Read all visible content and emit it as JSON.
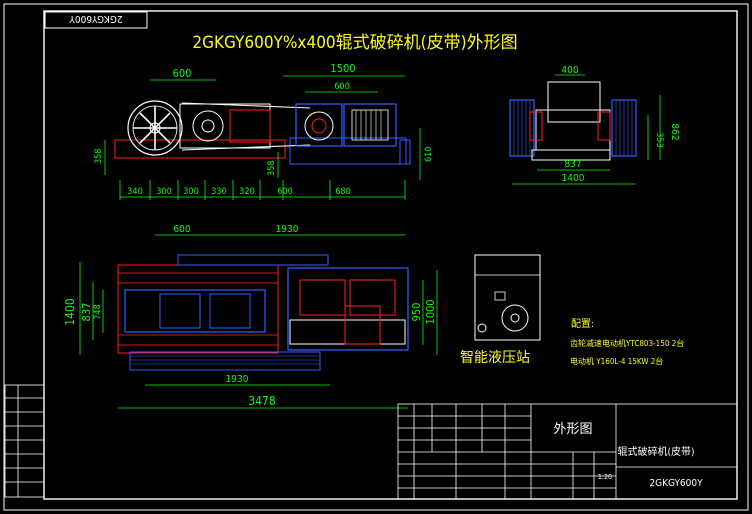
{
  "title": "2GKGY600Y%x400辊式破碎机(皮带)外形图",
  "stamp": "2GKGY600Y",
  "colors": {
    "background": "#000000",
    "frame": "#ffffff",
    "title": "#ffff00",
    "dimension": "#00ff00",
    "machine_red": "#ff2020",
    "machine_blue": "#3060ff",
    "machine_white": "#ffffff",
    "notes": "#ffff00"
  },
  "front_view": {
    "dims_top": [
      "600",
      "1500",
      "600"
    ],
    "dims_bottom": [
      "340",
      "300",
      "300",
      "330",
      "320",
      "600",
      "680"
    ],
    "dims_side": [
      "358",
      "358",
      "610"
    ]
  },
  "side_view": {
    "dims": [
      "400",
      "862",
      "353",
      "837",
      "1400"
    ]
  },
  "plan_view": {
    "dims_top": [
      "600",
      "1930"
    ],
    "dims_left": [
      "1400",
      "837",
      "748"
    ],
    "dims_right": [
      "950",
      "1000"
    ],
    "dims_bottom": [
      "1930",
      "3478"
    ]
  },
  "hydraulic_station_label": "智能液压站",
  "notes": {
    "heading": "配置:",
    "line1": "齿轮减速电动机YTC803-150  2台",
    "line2": "电动机 Y160L-4  15KW  2台"
  },
  "title_block": {
    "drawing_name": "外形图",
    "product_name": "辊式破碎机(皮带)",
    "model": "2GKGY600Y",
    "scale": "1:20"
  }
}
